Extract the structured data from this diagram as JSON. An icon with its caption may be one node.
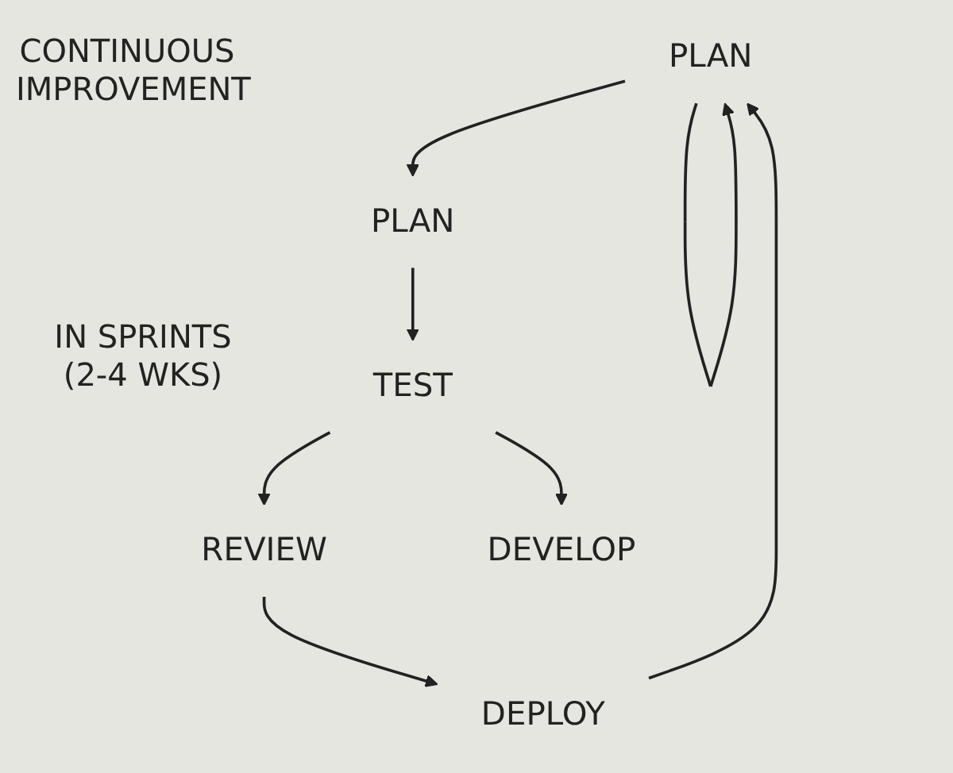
{
  "diagram": {
    "nodes": [
      {
        "text": [
          "PLAN"
        ]
      },
      {
        "text": [
          "PLAN"
        ]
      },
      {
        "text": [
          "TEST"
        ]
      },
      {
        "text": [
          "REVIEW"
        ]
      },
      {
        "text": [
          "DEPLOY"
        ]
      },
      {
        "text": [
          "DEVELOP"
        ]
      }
    ],
    "edges": [
      {
        "from": 0,
        "to": 0,
        "arrow": "to"
      },
      {
        "from": 0,
        "to": 1,
        "arrow": "to"
      },
      {
        "from": 1,
        "to": 2,
        "arrow": "to"
      },
      {
        "from": 2,
        "to": 3,
        "arrow": "to"
      },
      {
        "from": 3,
        "to": 4,
        "arrow": "to"
      },
      {
        "from": 4,
        "to": 0,
        "arrow": "to"
      },
      {
        "from": 2,
        "to": 5,
        "arrow": "to"
      }
    ],
    "labels": [
      "CONTINUOUS IMPROVEMENT",
      "IN SPRINTS (2-4 WKS)"
    ]
  }
}
